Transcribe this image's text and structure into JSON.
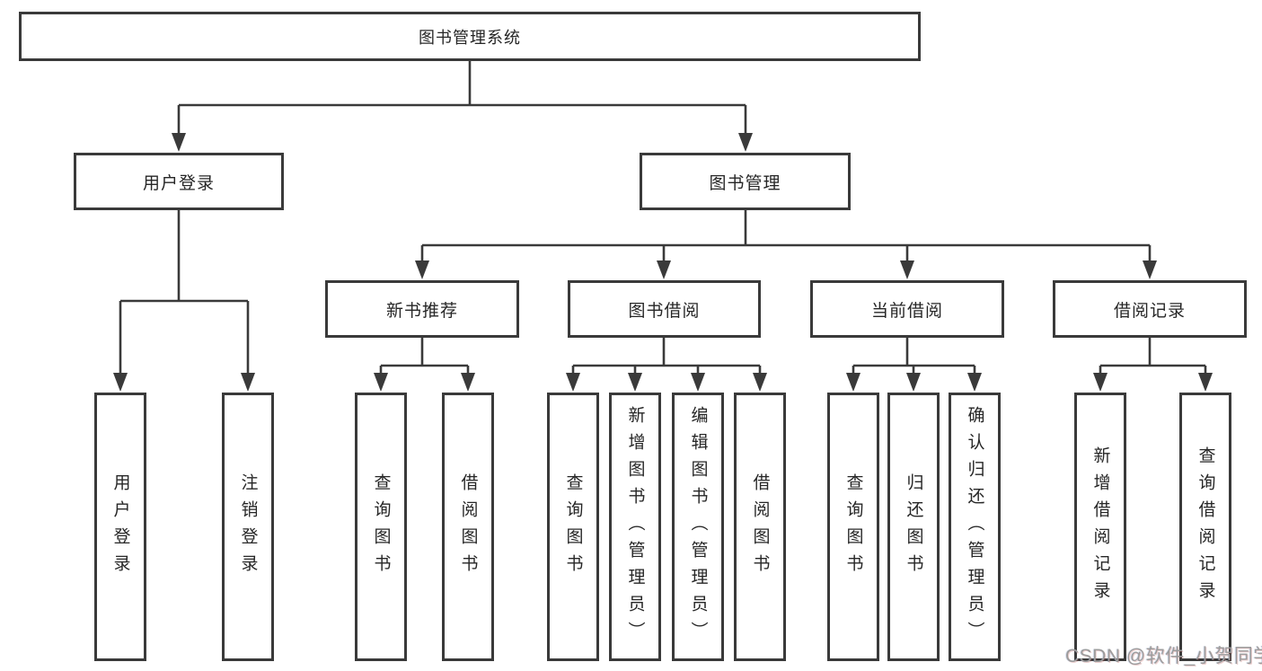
{
  "tree": {
    "root": {
      "label": "图书管理系统"
    },
    "branches": [
      {
        "label": "用户登录",
        "children": [
          {
            "label": "用户登录"
          },
          {
            "label": "注销登录"
          }
        ]
      },
      {
        "label": "图书管理",
        "children": [
          {
            "label": "新书推荐",
            "children": [
              {
                "label": "查询图书"
              },
              {
                "label": "借阅图书"
              }
            ]
          },
          {
            "label": "图书借阅",
            "children": [
              {
                "label": "查询图书"
              },
              {
                "label": "新增图书（管理员）"
              },
              {
                "label": "编辑图书（管理员）"
              },
              {
                "label": "借阅图书"
              }
            ]
          },
          {
            "label": "当前借阅",
            "children": [
              {
                "label": "查询图书"
              },
              {
                "label": "归还图书"
              },
              {
                "label": "确认归还（管理员）"
              }
            ]
          },
          {
            "label": "借阅记录",
            "children": [
              {
                "label": "新增借阅记录"
              },
              {
                "label": "查询借阅记录"
              }
            ]
          }
        ]
      }
    ]
  },
  "watermark": {
    "text": "CSDN @软件_小贺同学"
  },
  "colors": {
    "line": "#3a3a3a",
    "text": "#262626",
    "background": "#ffffff",
    "watermark": "#9c9c9c"
  }
}
